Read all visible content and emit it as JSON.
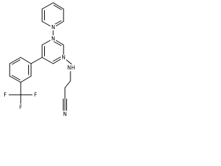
{
  "molecule": {
    "atoms": {
      "pyridine_n": "N",
      "pyrimidine_n_top": "N",
      "pyrimidine_n_right": "N",
      "amine_nh": "NH",
      "nitrile_n": "N",
      "fluorine_1": "F",
      "fluorine_2": "F",
      "fluorine_3": "F"
    }
  }
}
